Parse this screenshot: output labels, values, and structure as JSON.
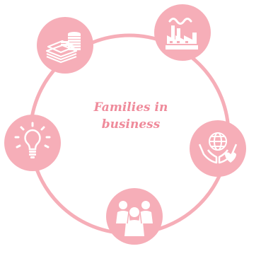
{
  "center": {
    "line1": "Families in",
    "line2": "business"
  },
  "nodes": [
    {
      "id": "money",
      "icon": "money-stack-icon"
    },
    {
      "id": "factory",
      "icon": "factory-icon"
    },
    {
      "id": "global",
      "icon": "globe-in-hands-icon"
    },
    {
      "id": "people",
      "icon": "people-group-icon"
    },
    {
      "id": "idea",
      "icon": "lightbulb-icon"
    }
  ],
  "colors": {
    "node_fill": "#f6aeb8",
    "ring": "#f6aeb8",
    "icon": "#ffffff",
    "text": "#ef8b9b",
    "background": "#ffffff"
  }
}
